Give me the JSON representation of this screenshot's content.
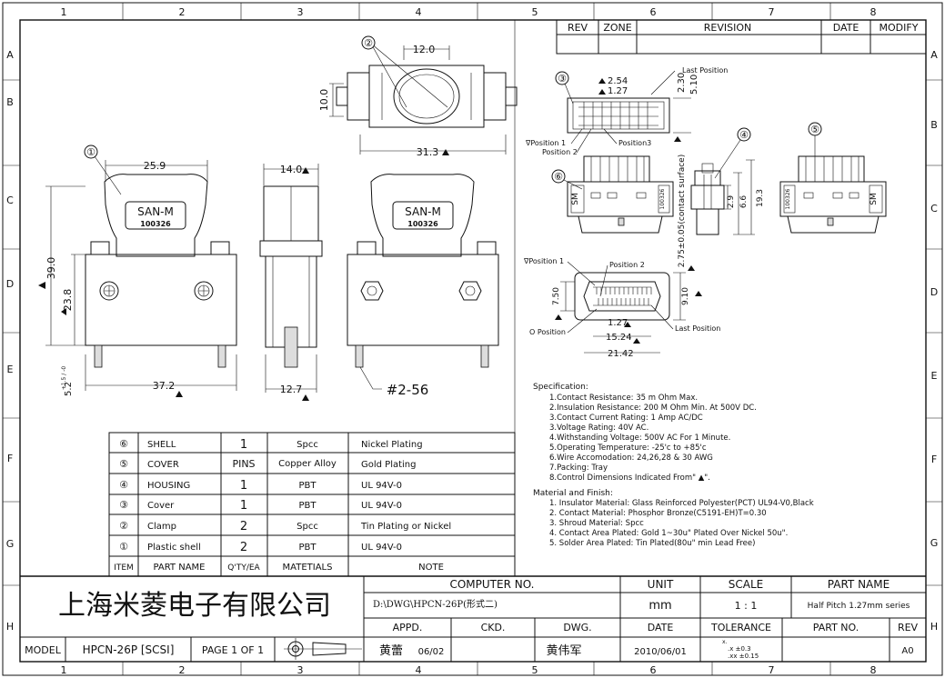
{
  "frame": {
    "cols": [
      "1",
      "2",
      "3",
      "4",
      "5",
      "6",
      "7",
      "8"
    ],
    "rows": [
      "A",
      "B",
      "C",
      "D",
      "E",
      "F",
      "G",
      "H"
    ]
  },
  "revision_table": {
    "rev": "REV",
    "zone": "ZONE",
    "revision": "REVISION",
    "date": "DATE",
    "modify": "MODIFY"
  },
  "views": {
    "top": {
      "callout": "②",
      "dim_width": "12.0",
      "dim_height": "10.0",
      "dim_length": "31.3"
    },
    "front": {
      "callout": "①",
      "label": "SAN-M",
      "part_no": "100326",
      "dim_top": "25.9",
      "dim_height": "39.0",
      "dim_mid": "23.8",
      "dim_bottom": "37.2",
      "dim_pin": "5.2",
      "dim_pin_tol": "+1.5 / -0"
    },
    "side": {
      "dim_top": "14.0",
      "dim_bottom": "12.7"
    },
    "back": {
      "label": "SAN-M",
      "part_no": "100326",
      "screw": "#2-56"
    },
    "detail_top": {
      "callout": "③",
      "d1": "2.54",
      "d2": "1.27",
      "d3": "2.30",
      "d4": "5.10",
      "last_position": "Last Position",
      "position1": "∇Position 1",
      "position2": "Position 2",
      "position3": "Position3"
    },
    "detail_left": {
      "callout": "⑥",
      "sm": "SM",
      "code": "100326"
    },
    "detail_mid": {
      "callout": "④",
      "d1": "2.9",
      "d2": "6.6",
      "d3": "19.3",
      "contact": "2.75±0.05(contact surface)"
    },
    "detail_right": {
      "callout": "⑤",
      "sm": "SM",
      "code": "100326"
    },
    "face": {
      "position1": "∇Position 1",
      "position2": "Position 2",
      "o_position": "O Position",
      "last_position": "Last Position",
      "d_h": "7.50",
      "d_w": "9.10",
      "d1": "1.27",
      "d2": "15.24",
      "d3": "21.42"
    }
  },
  "specification": {
    "heading": "Specification:",
    "items": [
      "1.Contact Resistance: 35 m Ohm Max.",
      "2.Insulation Resistance: 200 M Ohm Min. At 500V DC.",
      "3.Contact Current Rating: 1 Amp AC/DC",
      "3.Voltage Rating: 40V AC.",
      "4.Withstanding Voltage: 500V AC For 1 Minute.",
      "5.Operating Temperature: -25'c to +85'c",
      "6.Wire Accomodation: 24,26,28 & 30 AWG",
      "7.Packing: Tray",
      "8.Control Dimensions Indicated From\" ▲\"."
    ]
  },
  "materials": {
    "heading": "Material and Finish:",
    "items": [
      "1. Insulator Material: Glass Reinforced Polyester(PCT) UL94-V0,Black",
      "2. Contact Material: Phosphor Bronze(C5191-EH)T=0.30",
      "3. Shroud Material: Spcc",
      "4. Contact Area Plated: Gold 1~30u\" Plated  Over Nickel 50u\".",
      "5. Solder Area Plated: Tin Plated(80u\" min Lead Free)"
    ]
  },
  "bom": {
    "headers": [
      "ITEM",
      "PART NAME",
      "Q'TY/EA",
      "MATETIALS",
      "NOTE"
    ],
    "rows": [
      [
        "⑥",
        "SHELL",
        "1",
        "Spcc",
        "Nickel Plating"
      ],
      [
        "⑤",
        "COVER",
        "PINS",
        "Copper Alloy",
        "Gold Plating"
      ],
      [
        "④",
        "HOUSING",
        "1",
        "PBT",
        "UL 94V-0"
      ],
      [
        "③",
        "Cover",
        "1",
        "PBT",
        "UL 94V-0"
      ],
      [
        "②",
        "Clamp",
        "2",
        "Spcc",
        "Tin Plating or Nickel"
      ],
      [
        "①",
        "Plastic shell",
        "2",
        "PBT",
        "UL 94V-0"
      ]
    ]
  },
  "title_block": {
    "company": "上海米菱电子有限公司",
    "computer_no_label": "COMPUTER NO.",
    "computer_no": "D:\\DWG\\HPCN-26P(形式二)",
    "unit_label": "UNIT",
    "unit": "mm",
    "scale_label": "SCALE",
    "scale": "1 : 1",
    "part_name_label": "PART NAME",
    "part_name": "Half Pitch 1.27mm series",
    "appd_label": "APPD.",
    "ckd_label": "CKD.",
    "dwg_label": "DWG.",
    "date_label": "DATE",
    "tolerance_label": "TOLERANCE",
    "part_no_label": "PART NO.",
    "rev_label": "REV",
    "model_label": "MODEL",
    "model": "HPCN-26P [SCSI]",
    "page": "PAGE 1 OF 1",
    "appd": "黄蕾",
    "appd_date": "06/02",
    "dwg": "黄伟军",
    "date": "2010/06/01",
    "tol_x": "x.",
    "tol_xx": ".x  ±0.3",
    "tol_xxx": ".xx ±0.15",
    "rev": "A0"
  }
}
